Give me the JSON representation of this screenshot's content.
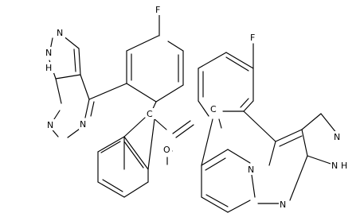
{
  "diagram": {
    "type": "chemical-structure",
    "background": "#ffffff",
    "stroke_color": "#000000",
    "atom_labels": {
      "fluorine_left": "F",
      "fluorine_right": "F",
      "oxygen": "O",
      "carbon_left": "C",
      "carbon_right": "C",
      "nh_left": "N",
      "nh_left_h": "H",
      "n2_left": "N",
      "n7_left": "N",
      "n5_left": "N",
      "nh_right": "N",
      "nh_right_h": "H",
      "n2_right": "N",
      "n7_right": "N",
      "n5_right": "N"
    }
  }
}
